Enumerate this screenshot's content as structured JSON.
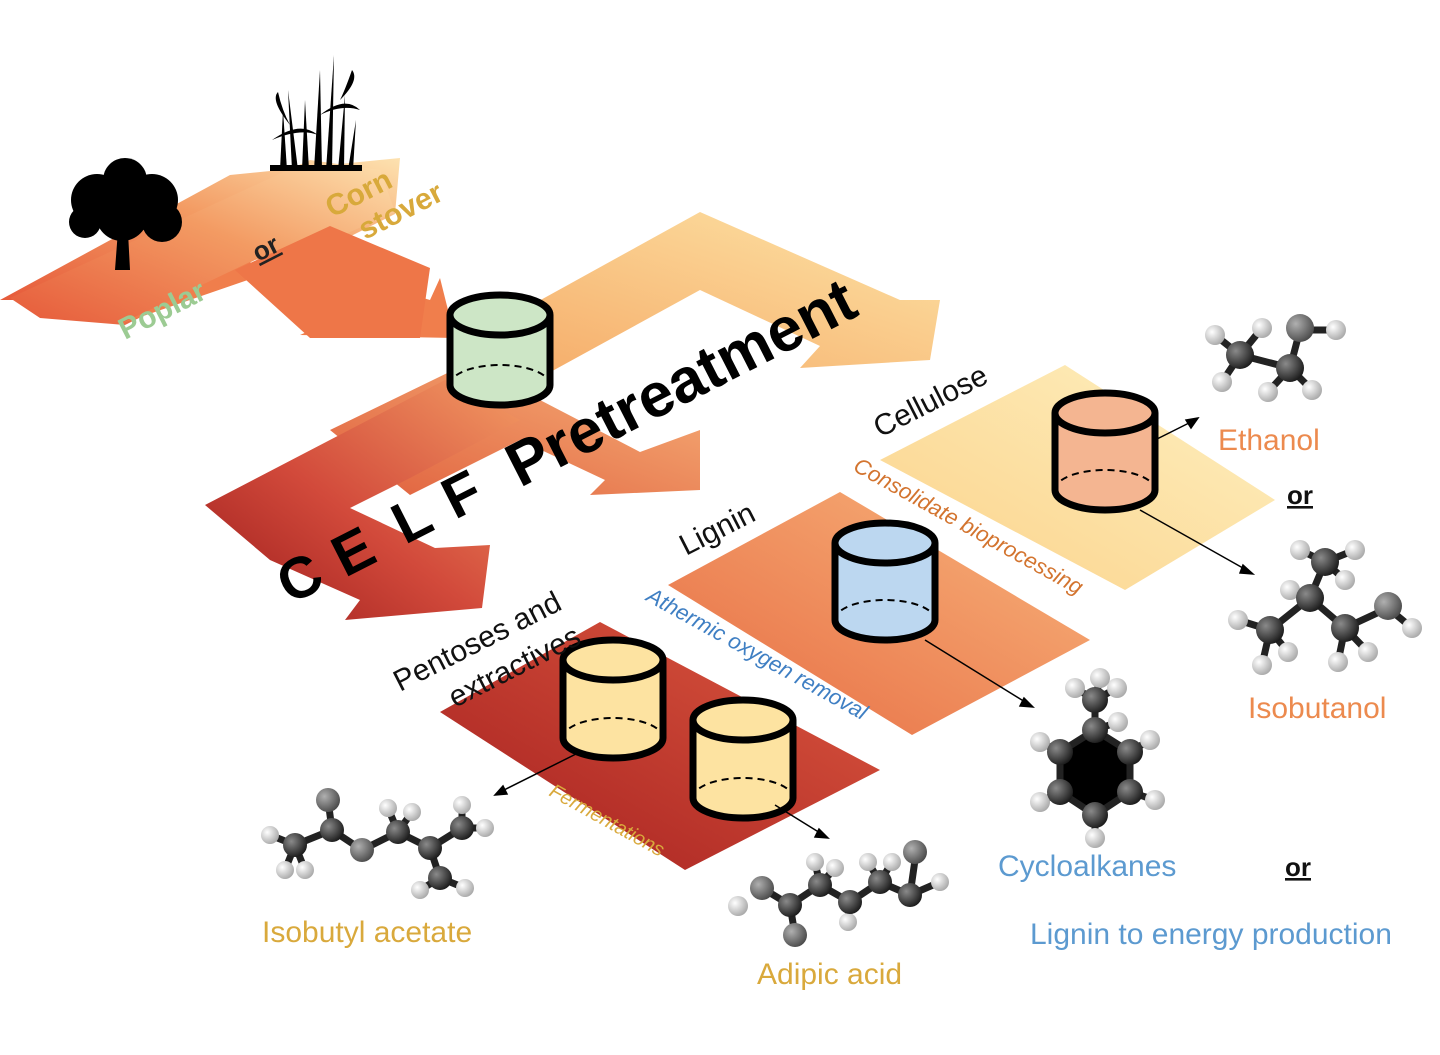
{
  "feedstocks": {
    "poplar": "Poplar",
    "or": "or",
    "corn_line1": "Corn",
    "corn_line2": "stover"
  },
  "pretreatment": {
    "letters": [
      "C",
      "E",
      "L",
      "F"
    ],
    "word": "Pretreatment"
  },
  "streams": {
    "cellulose": "Cellulose",
    "lignin": "Lignin",
    "pentoses_line1": "Pentoses and",
    "pentoses_line2": "extractives"
  },
  "processes": {
    "cbp": "Consolidate bioprocessing",
    "aor": "Athermic oxygen removal",
    "ferm": "Fermentations"
  },
  "products": {
    "ethanol": "Ethanol",
    "or1": "or",
    "isobutanol": "Isobutanol",
    "cycloalkanes": "Cycloalkanes",
    "or2": "or",
    "lignin_energy": "Lignin to energy production",
    "isobutyl_acetate": "Isobutyl acetate",
    "adipic_acid": "Adipic acid"
  },
  "colors": {
    "poplar": "#9ccb93",
    "corn": "#d8a93b",
    "ethanol": "#ec8a4e",
    "isobutanol": "#ec8a4e",
    "cycloalkanes": "#5c9ad0",
    "lignin_energy": "#5c9ad0",
    "isobutyl_acetate": "#d9a93c",
    "adipic_acid": "#d9a93c",
    "cbp": "#d3742f",
    "aor": "#3f7fc3",
    "ferm": "#d9a93c",
    "reactor_green": "#cde6c6",
    "reactor_orange": "#f4b591",
    "reactor_blue": "#bcd7f0",
    "reactor_yellow": "#fde3a1"
  }
}
